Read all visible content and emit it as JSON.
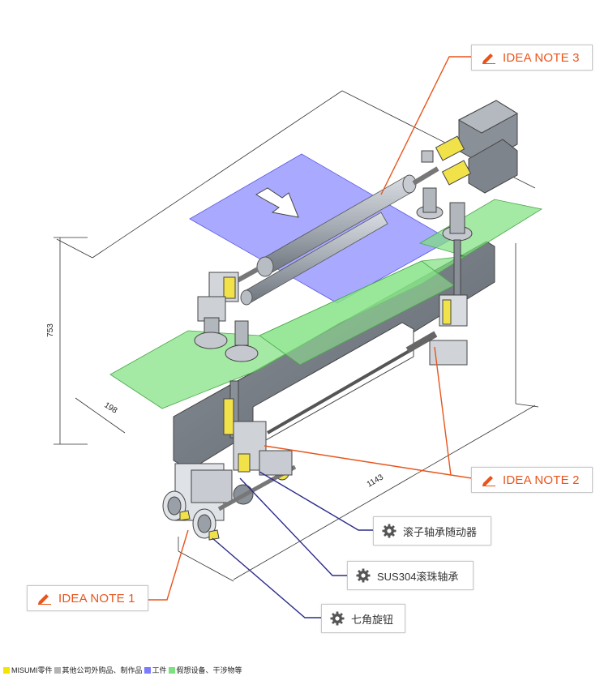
{
  "dimensions": {
    "height": "753",
    "depth": "198",
    "length": "1143"
  },
  "notes": [
    {
      "label": "IDEA NOTE 3"
    },
    {
      "label": "IDEA NOTE 2"
    },
    {
      "label": "IDEA NOTE 1"
    }
  ],
  "parts": [
    {
      "label": "滚子轴承随动器"
    },
    {
      "label": "SUS304滚珠轴承"
    },
    {
      "label": "七角旋钮"
    }
  ],
  "legend": [
    {
      "label": "MISUMI零件",
      "color": "#f5e400"
    },
    {
      "label": "其他公司外购品、制作品",
      "color": "#b4b4b4"
    },
    {
      "label": "工件",
      "color": "#7b7bff"
    },
    {
      "label": "假想设备、干涉物等",
      "color": "#7ee07e"
    }
  ],
  "colors": {
    "note_line": "#e8541c",
    "part_line": "#2b2b8c",
    "machine": "#9aa0a8",
    "glass": "#7ee07e",
    "work": "#7b7bff"
  }
}
